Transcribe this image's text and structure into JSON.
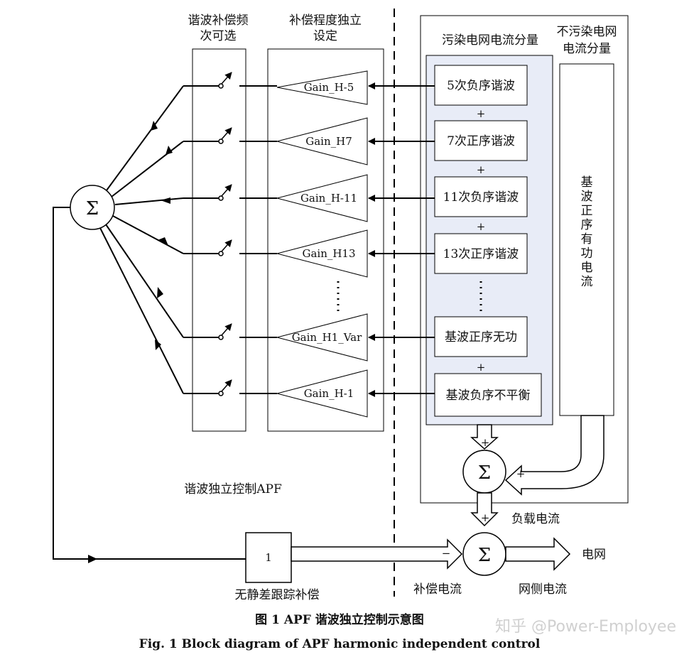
{
  "labels": {
    "harmonic_selectable": [
      "谐波补偿频",
      "次可选"
    ],
    "gain_setting": [
      "补偿程度独立",
      "设定"
    ],
    "polluting_current": "污染电网电流分量",
    "non_polluting_current": [
      "不污染电网",
      "电流分量"
    ],
    "fundamental_active": [
      "基",
      "波",
      "正",
      "序",
      "有",
      "功",
      "电",
      "流"
    ],
    "apf_label": "谐波独立控制APF",
    "load_current": "负载电流",
    "compensation_current": "补偿电流",
    "grid_side_current": "网侧电流",
    "grid": "电网",
    "tracking_compensation": "无静差跟踪补偿",
    "unity_gain": "1",
    "sigma": "Σ",
    "plus": "+",
    "minus": "−",
    "ellipsis": "⋮"
  },
  "rows": [
    {
      "gain": "Gain_H-5",
      "component": "5次负序谐波"
    },
    {
      "gain": "Gain_H7",
      "component": "7次正序谐波"
    },
    {
      "gain": "Gain_H-11",
      "component": "11次负序谐波"
    },
    {
      "gain": "Gain_H13",
      "component": "13次正序谐波"
    },
    {
      "gain": "Gain_H1_Var",
      "component": "基波正序无功"
    },
    {
      "gain": "Gain_H-1",
      "component": "基波负序不平衡"
    }
  ],
  "caption": {
    "cn": "图 1    APF 谐波独立控制示意图",
    "en": "Fig. 1    Block diagram of APF harmonic independent control"
  },
  "watermark": "知乎 @Power-Employee"
}
